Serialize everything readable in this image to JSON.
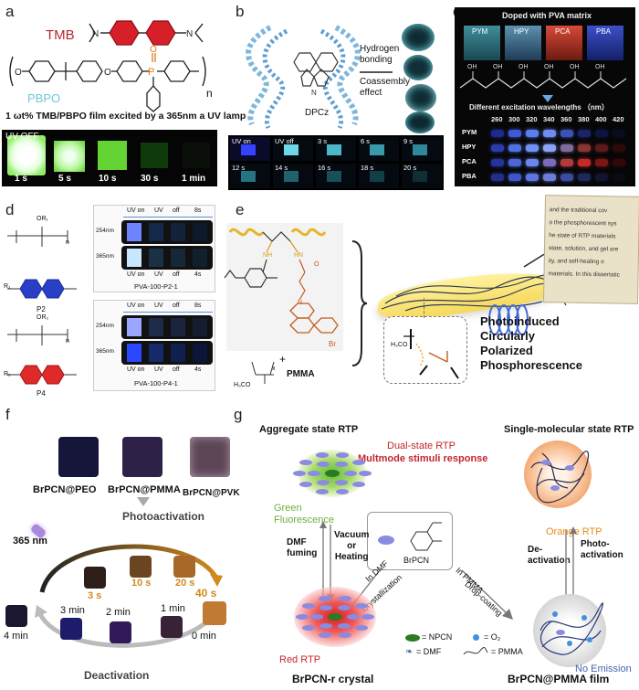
{
  "panels": {
    "a": {
      "label": "a",
      "tmb": "TMB",
      "pbpo": "PBPO",
      "subscript_n": "n",
      "caption": "1 ωt% TMB/PBPO film excited by a 365nm a UV lamp",
      "uv_off": "UV OFF",
      "times": [
        "1 s",
        "5 s",
        "10 s",
        "30 s",
        "1 min"
      ]
    },
    "b": {
      "label": "b",
      "dpcz": "DPCz",
      "hydrogen_bonding": "Hydrogen\nbonding",
      "coassembly": "Coassembly\neffect",
      "row1": [
        "UV on",
        "UV off",
        "3 s",
        "6 s",
        "9 s"
      ],
      "row2": [
        "12 s",
        "14 s",
        "16 s",
        "18 s",
        "20 s"
      ]
    },
    "c": {
      "label": "c",
      "title": "Doped with PVA matrix",
      "dopants": [
        "PYM",
        "HPY",
        "PCA",
        "PBA"
      ],
      "oh": "OH",
      "excitation_title": "Different excitation wavelengths （nm）",
      "wavelengths": [
        "260",
        "300",
        "320",
        "340",
        "360",
        "380",
        "400",
        "420"
      ],
      "rows": [
        "PYM",
        "HPY",
        "PCA",
        "PBA"
      ]
    },
    "d": {
      "label": "d",
      "p2": "P2",
      "p4": "P4",
      "or1": "OR₁",
      "or2": "OR₂",
      "r1": "R₁",
      "r2": "R₂",
      "n": "n",
      "uv_header": [
        "UV on",
        "UV",
        "off",
        "8s"
      ],
      "uv_footer": [
        "UV on",
        "UV",
        "off",
        "4s"
      ],
      "nm254": "254nm",
      "nm365": "365nm",
      "caption1": "PVA-100-P2-1",
      "caption2": "PVA-100-P4-1"
    },
    "e": {
      "label": "e",
      "pmma": "PMMA",
      "plus": "+",
      "x": "x",
      "h3co": "H₃CO",
      "br": "Br",
      "o": "O",
      "hn": "HN",
      "nh": "NH",
      "n": "N",
      "cpl": [
        "Photoinduced",
        "Circularly",
        "Polarized",
        "Phosphorescence"
      ],
      "inset_h3co": "H₃CO",
      "book_lines": [
        "and the traditional cov",
        "o the phosphorescent sys",
        "he state of RTP materials",
        "state, solution, and gel are",
        "ity, and self-healing o",
        "materials. In this dissertatic"
      ]
    },
    "f": {
      "label": "f",
      "films": [
        "BrPCN@PEO",
        "BrPCN@PMMA",
        "BrPCN@PVK"
      ],
      "photoactivation": "Photoactivation",
      "uv": "365 nm",
      "times_top": [
        "3 s",
        "10 s",
        "20 s",
        "40 s"
      ],
      "times_bottom": [
        "4 min",
        "3 min",
        "2 min",
        "1 min",
        "0 min"
      ],
      "deactivation": "Deactivation"
    },
    "g": {
      "label": "g",
      "aggregate": "Aggregate state RTP",
      "single": "Single-molecular state RTP",
      "dual": "Dual-state RTP",
      "multimode": "Multmode stimuli response",
      "green": "Green\nFluorescence",
      "vacuum": "Vacuum\nor\nHeating",
      "dmf_fuming": "DMF\nfuming",
      "in_dmf": "In DMF",
      "crystallization": "Crystallization",
      "brpcn": "BrPCN",
      "in_pmma": "In PMMA",
      "drop_coating": "Drop-coating",
      "orange": "Orange RTP",
      "deactivation": "De-\nactivation",
      "photoactivation": "Photo-\nactivation",
      "red": "Red RTP",
      "no_emission": "No Emission",
      "legend_npcn": "= NPCN",
      "legend_o2": "= O₂",
      "legend_dmf": "= DMF",
      "legend_pmma": "= PMMA",
      "crystal": "BrPCN-r crystal",
      "film": "BrPCN@PMMA film"
    }
  },
  "colors": {
    "tmb_red": "#c0262b",
    "pbpo_cyan": "#6fc8de",
    "phos_orange": "#e07b1a",
    "green_text": "#6dae3c",
    "red_text": "#c4262e",
    "blue_text": "#4863b0",
    "orange_text": "#e98b17",
    "nh_yellow": "#d89b18",
    "amide_orange": "#c55a1b",
    "molecule_gray": "#3f3f3f"
  }
}
